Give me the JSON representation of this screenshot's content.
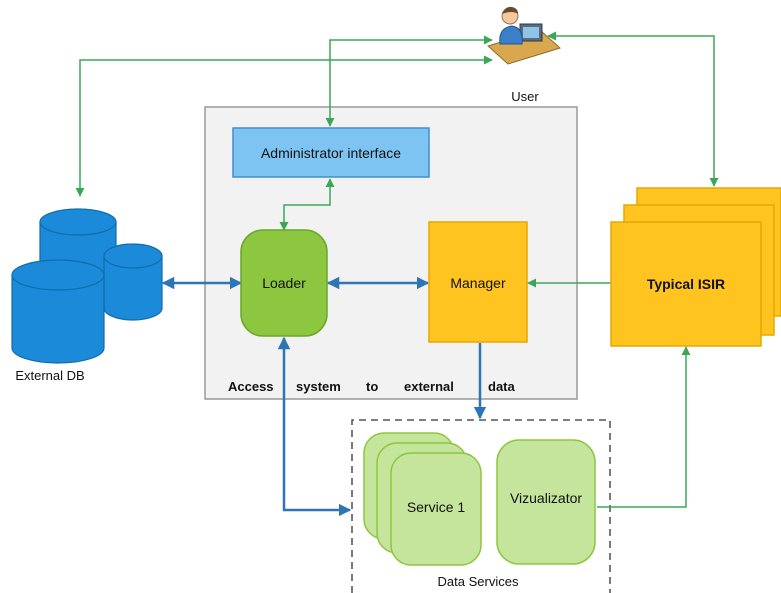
{
  "nodes": {
    "user": "User",
    "admin_interface": "Administrator interface",
    "loader": "Loader",
    "manager": "Manager",
    "typical_isir": "Typical ISIR",
    "external_db": "External DB",
    "access_system": {
      "w1": "Access",
      "w2": "system",
      "w3": "to",
      "w4": "external",
      "w5": "data"
    },
    "service1": "Service 1",
    "vizualizator": "Vizualizator",
    "data_services": "Data Services"
  },
  "colors": {
    "blue_arrow": "#2e75b6",
    "green_arrow": "#3aa757",
    "admin_fill": "#7ec4f2",
    "admin_border": "#3d8fd1",
    "loader_fill": "#8dc63f",
    "loader_border": "#6aa629",
    "yellow_fill": "#ffc41f",
    "yellow_border": "#e6a800",
    "db_fill": "#1b8ad8",
    "db_border": "#0f6cb0",
    "service_fill": "#c5e49c",
    "service_border": "#8dc63f",
    "system_box_fill": "#f2f2f2",
    "system_box_border": "#999999"
  },
  "icons": {
    "user": "user-at-computer-icon"
  }
}
